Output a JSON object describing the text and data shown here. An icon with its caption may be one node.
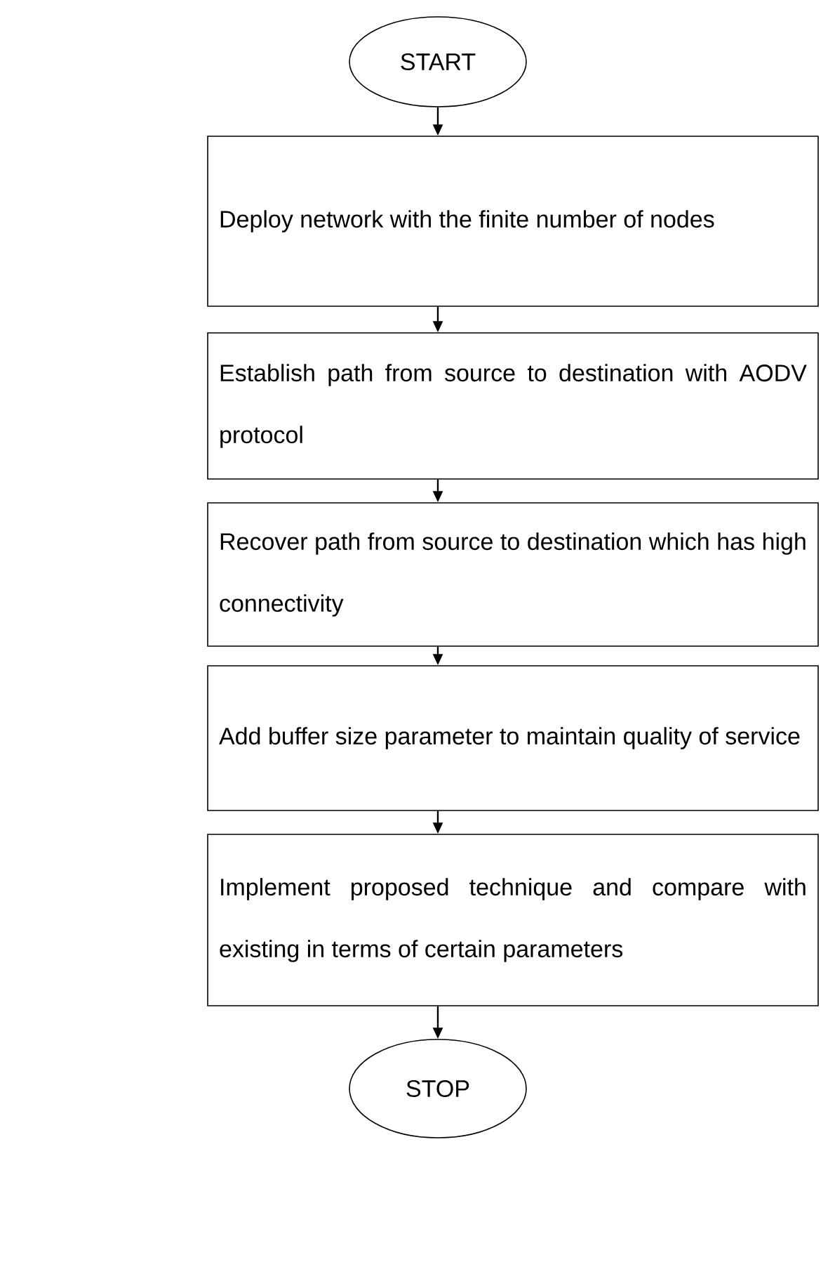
{
  "diagram": {
    "nodes": [
      {
        "text": [
          "START"
        ]
      },
      {
        "text": [
          "Deploy network with the finite number of nodes"
        ]
      },
      {
        "text": [
          "Establish path from source to destination with AODV protocol"
        ]
      },
      {
        "text": [
          "Recover path from source to destination which has high connectivity"
        ]
      },
      {
        "text": [
          "Add buffer size parameter to maintain quality of service"
        ]
      },
      {
        "text": [
          "Implement proposed technique and compare with existing in terms of certain parameters"
        ]
      },
      {
        "text": [
          "STOP"
        ]
      }
    ],
    "edges": [
      {
        "from": 0,
        "to": 1,
        "arrow": "to"
      },
      {
        "from": 1,
        "to": 2,
        "arrow": "to"
      },
      {
        "from": 2,
        "to": 3,
        "arrow": "to"
      },
      {
        "from": 3,
        "to": 4,
        "arrow": "to"
      },
      {
        "from": 4,
        "to": 5,
        "arrow": "to"
      },
      {
        "from": 5,
        "to": 6,
        "arrow": "to"
      }
    ]
  }
}
